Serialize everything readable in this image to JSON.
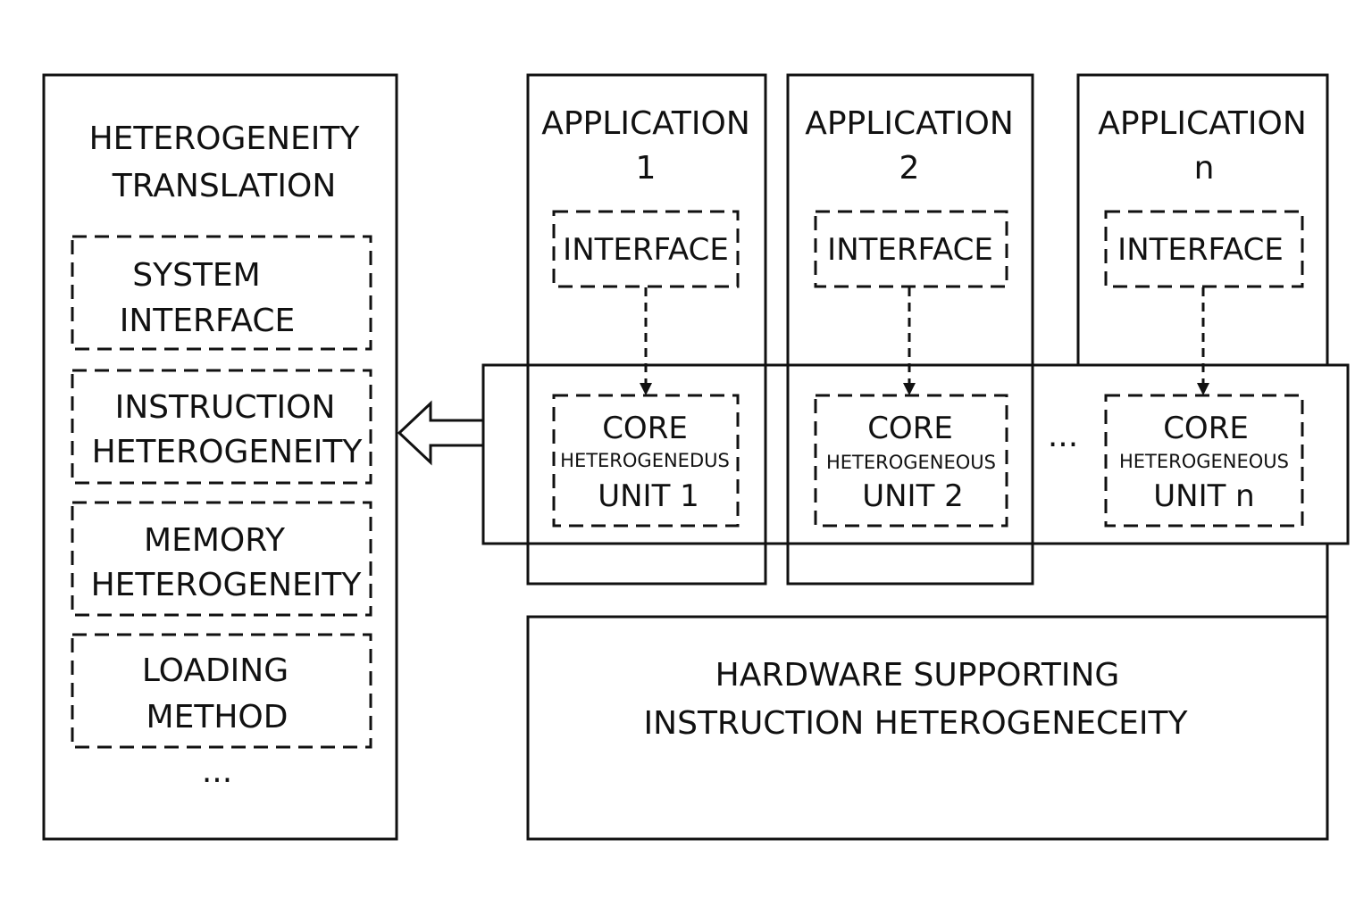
{
  "translation_panel": {
    "title_line1": "HETEROGENEITY",
    "title_line2": "TRANSLATION",
    "items": [
      {
        "line1": "SYSTEM",
        "line2": "INTERFACE"
      },
      {
        "line1": "INSTRUCTION",
        "line2": "HETEROGENEITY"
      },
      {
        "line1": "MEMORY",
        "line2": "HETEROGENEITY"
      },
      {
        "line1": "LOADING",
        "line2": "METHOD"
      }
    ],
    "more": "..."
  },
  "applications": [
    {
      "title_line1": "APPLICATION",
      "title_line2": "1",
      "interface": "INTERFACE",
      "core_line1": "CORE",
      "core_line2": "HETEROGENEDUS",
      "core_line3": "UNIT 1"
    },
    {
      "title_line1": "APPLICATION",
      "title_line2": "2",
      "interface": "INTERFACE",
      "core_line1": "CORE",
      "core_line2": "HETEROGENEOUS",
      "core_line3": "UNIT 2"
    },
    {
      "title_line1": "APPLICATION",
      "title_line2": "n",
      "interface": "INTERFACE",
      "core_line1": "CORE",
      "core_line2": "HETEROGENEOUS",
      "core_line3": "UNIT n"
    }
  ],
  "core_ellipsis": "...",
  "hardware": {
    "line1": "HARDWARE SUPPORTING",
    "line2": "INSTRUCTION HETEROGENECEITY"
  }
}
